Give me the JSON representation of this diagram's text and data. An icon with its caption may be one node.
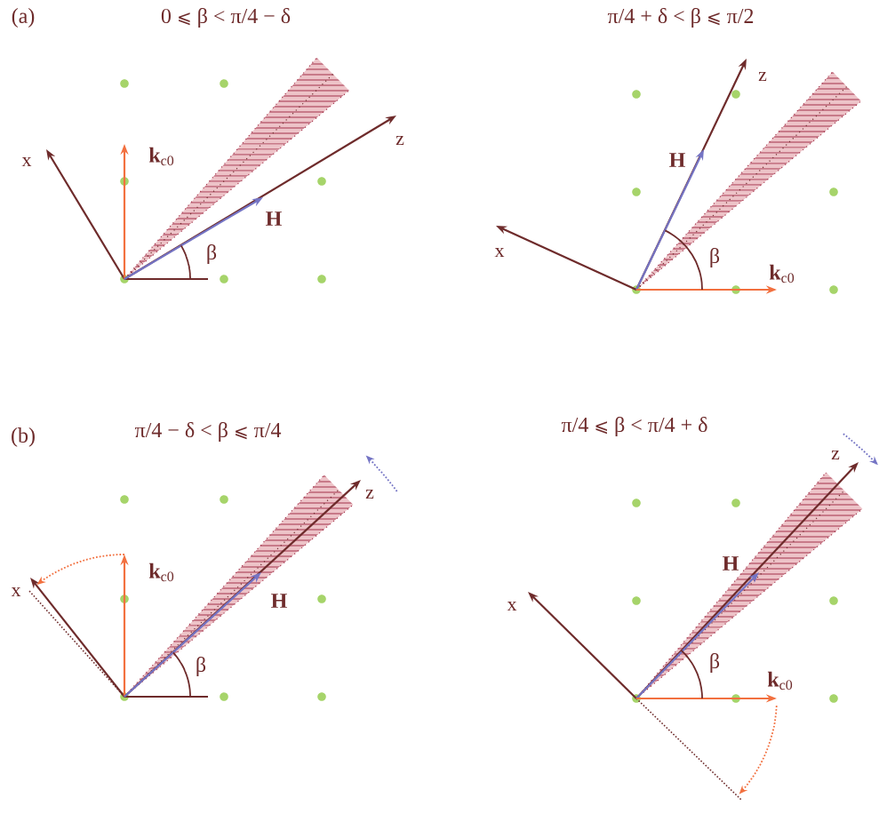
{
  "diagram": {
    "labels": [
      "(a)",
      "0 ⩽ β < π/4 − δ",
      "π/4 + δ < β ⩽ π/2",
      "x",
      "**k**$_{c0}$",
      "z",
      "H",
      "β",
      "z",
      "H",
      "x",
      "β",
      "**k**$_{c0}$",
      "(b)",
      "π/4 − δ < β ⩽ π/4",
      "π/4 ⩽ β < π/4 + δ",
      "z",
      "x",
      "**k**$_{c0}$",
      "H",
      "β",
      "z",
      "H",
      "x",
      "β",
      "**k**$_{c0}$"
    ]
  }
}
